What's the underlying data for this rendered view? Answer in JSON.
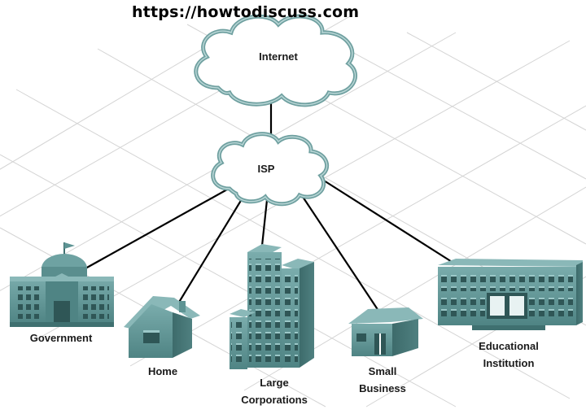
{
  "watermark": "https://howtodiscuss.com",
  "clouds": {
    "internet": "Internet",
    "isp": "ISP"
  },
  "buildings": {
    "government": "Government",
    "home": "Home",
    "large_corporations": [
      "Large",
      "Corporations"
    ],
    "small_business": [
      "Small",
      "Business"
    ],
    "educational_institution": [
      "Educational",
      "Institution"
    ]
  },
  "colors": {
    "building_fill": "#5e9494",
    "building_dark": "#3f7070",
    "building_light": "#8ab8b8",
    "cloud_fill": "#ffffff",
    "cloud_stroke": "#6fa0a0",
    "link": "#000000",
    "grid": "#d4d4d4"
  }
}
